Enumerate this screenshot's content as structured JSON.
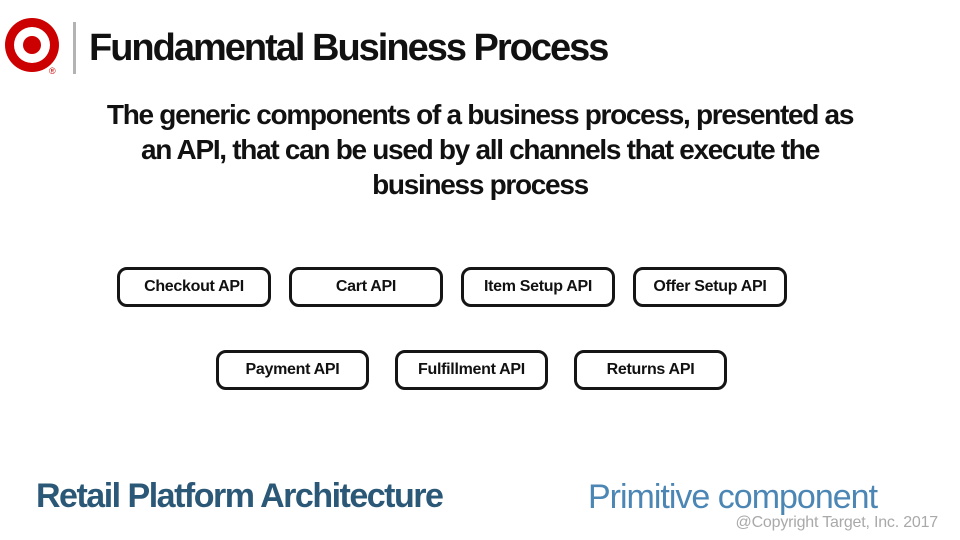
{
  "slide": {
    "title": "Fundamental Business Process",
    "subtitle": {
      "lines": [
        "The generic components of a business process, presented as",
        "an API, that can be used by all channels that execute the",
        "business process"
      ]
    },
    "logo": {
      "name": "target-bullseye-logo",
      "registered_mark": "®"
    },
    "boxes": {
      "row1": [
        {
          "label": "Checkout API"
        },
        {
          "label": "Cart API"
        },
        {
          "label": "Item Setup API"
        },
        {
          "label": "Offer Setup API"
        }
      ],
      "row2": [
        {
          "label": "Payment API"
        },
        {
          "label": "Fulfillment API"
        },
        {
          "label": "Returns API"
        }
      ]
    },
    "footer": {
      "left_title": "Retail Platform Architecture",
      "right_title": "Primitive component",
      "copyright": "@Copyright Target, Inc. 2017"
    },
    "colors": {
      "target_red": "#cc0000",
      "title_black": "#111111",
      "box_border_black": "#151515",
      "footer_left_blue": "#2b5876",
      "footer_right_blue": "#4b86b4",
      "copyright_gray": "#a9a9a9",
      "divider_gray": "#b3b3b3",
      "background": "#ffffff"
    }
  }
}
